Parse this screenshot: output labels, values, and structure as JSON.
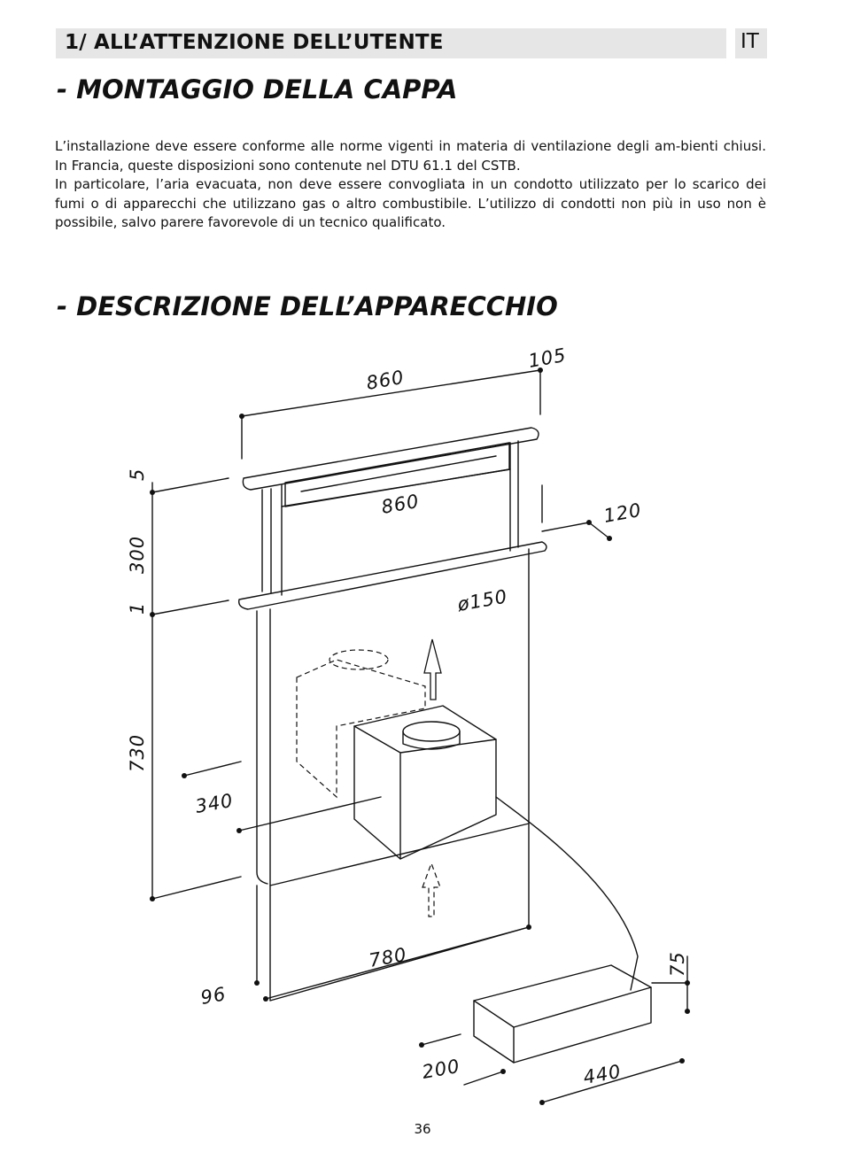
{
  "header": {
    "title": "1/ ALL’ATTENZIONE DELL’UTENTE",
    "lang": "IT"
  },
  "sections": {
    "mounting_title": "- MONTAGGIO DELLA CAPPA",
    "description_title": "- DESCRIZIONE DELL’APPARECCHIO"
  },
  "paragraphs": [
    "L’installazione deve essere conforme alle norme vigenti in materia di ventilazione degli am-bienti chiusi. In Francia, queste disposizioni sono contenute nel DTU 61.1 del CSTB.",
    "In particolare, l’aria evacuata, non deve essere convogliata in un condotto utilizzato per lo scarico dei fumi o di apparecchi che utilizzano gas o altro combustibile.  L’utilizzo di condotti non più in uso non è possibile, salvo parere favorevole di un tecnico qualificato."
  ],
  "diagram": {
    "dimensions": {
      "top_width": "860",
      "top_depth": "105",
      "inner_width": "860",
      "side_depth": "120",
      "diameter": "ø150",
      "gap": "5",
      "lift_height": "300",
      "base_thickness": "1",
      "body_height": "730",
      "offset": "340",
      "bottom_width": "780",
      "depth_96": "96",
      "motor_height": "75",
      "motor_width": "200",
      "motor_length": "440"
    }
  },
  "footer": {
    "page_number": "36"
  }
}
